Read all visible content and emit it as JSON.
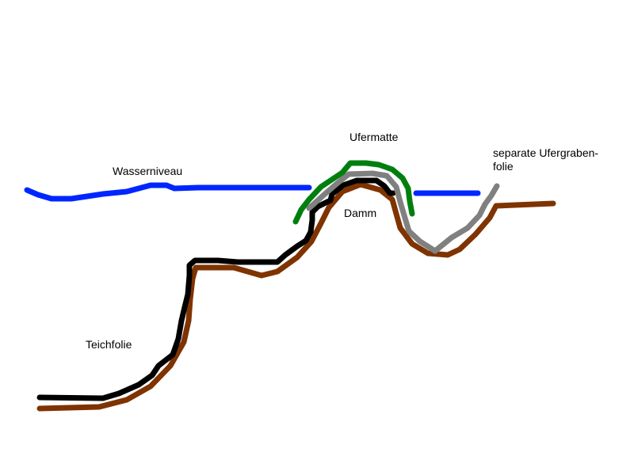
{
  "labels": {
    "wasserniveau": "Wasserniveau",
    "ufermatte": "Ufermatte",
    "damm": "Damm",
    "teichfolie": "Teichfolie",
    "ufergraben_line1": "separate Ufergraben-",
    "ufergraben_line2": "folie"
  },
  "colors": {
    "water": "#0026ff",
    "pond_liner": "#000000",
    "ground": "#7f3300",
    "bank_mat": "#007f0e",
    "trench_liner": "#808080"
  }
}
